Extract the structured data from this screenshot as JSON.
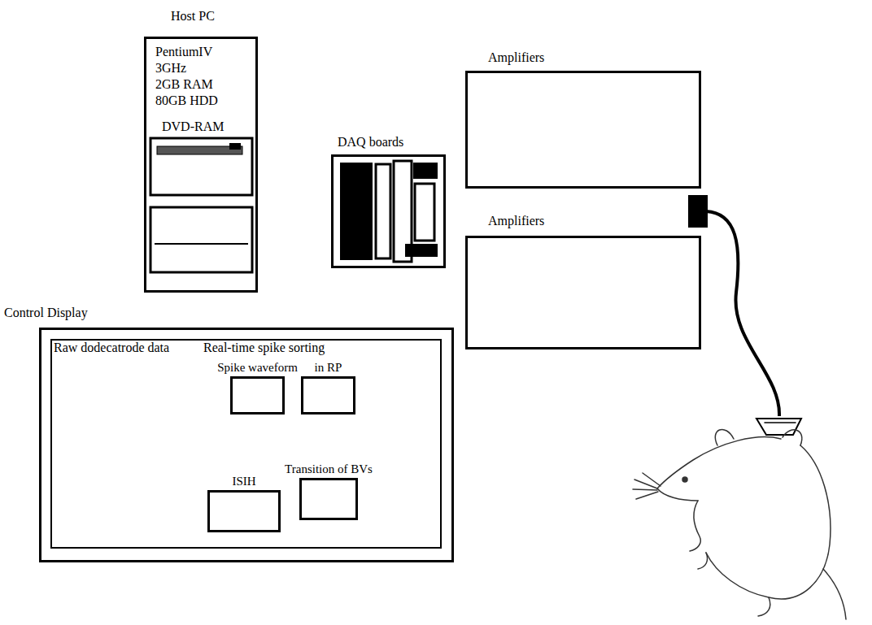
{
  "diagram": {
    "nodes": [
      {
        "text": [
          "Host PC",
          "PentiumIV",
          "3GHz",
          "2GB RAM",
          "80GB HDD",
          "DVD-RAM"
        ]
      },
      {
        "text": [
          "DAQ boards"
        ]
      },
      {
        "text": [
          "Amplifiers"
        ]
      },
      {
        "text": [
          "Amplifiers"
        ]
      },
      {
        "text": [
          "Control Display"
        ]
      },
      {
        "text": [
          "Raw dodecatrode data",
          "Real-time spike sorting"
        ],
        "in": 4
      },
      {
        "text": [
          "Spike waveform"
        ],
        "in": 5
      },
      {
        "text": [
          "in RP"
        ],
        "in": 5
      },
      {
        "text": [
          "ISIH"
        ],
        "in": 5
      },
      {
        "text": [
          "Transition of BVs"
        ],
        "in": 5
      }
    ],
    "edges": [
      {
        "from": 0,
        "to": 1,
        "arrow": "none"
      },
      {
        "from": 1,
        "to": 2,
        "arrow": "none"
      },
      {
        "from": 1,
        "to": 3,
        "arrow": "none"
      },
      {
        "from": 0,
        "to": 4,
        "arrow": "none"
      }
    ]
  }
}
